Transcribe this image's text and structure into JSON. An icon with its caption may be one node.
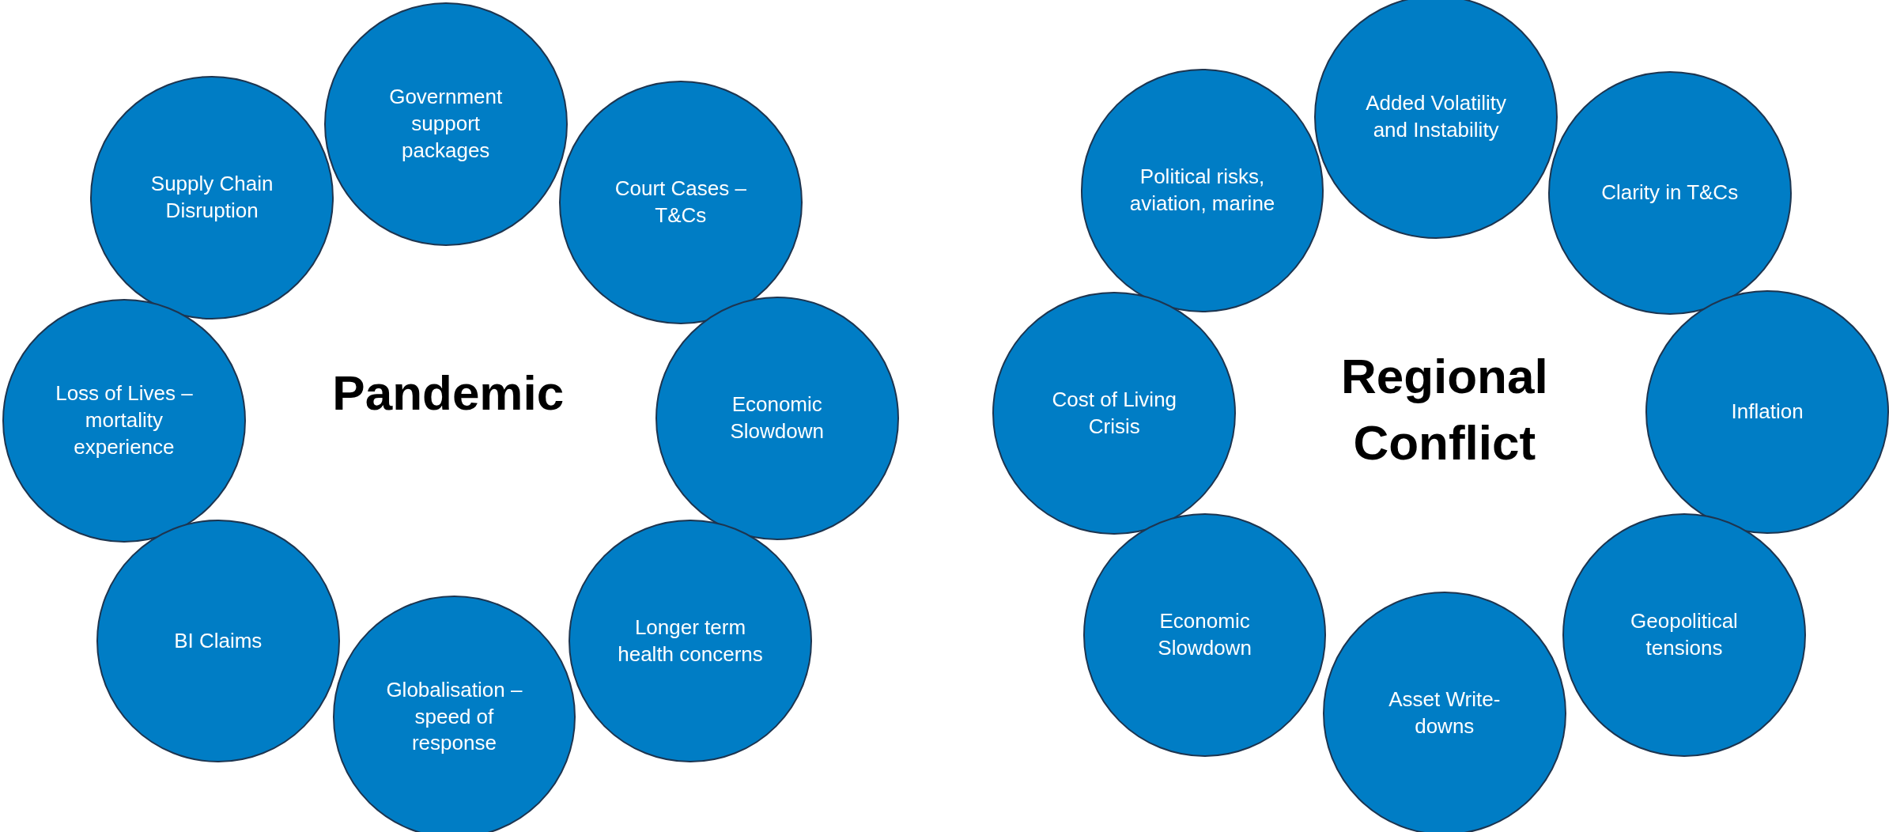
{
  "diagram": {
    "nodes": [
      {
        "text": [
          "Government support packages"
        ]
      },
      {
        "text": [
          "Supply Chain Disruption"
        ]
      },
      {
        "text": [
          "Court Cases – T&Cs"
        ]
      },
      {
        "text": [
          "Loss of Lives – mortality experience"
        ]
      },
      {
        "text": [
          "Economic Slowdown"
        ]
      },
      {
        "text": [
          "BI Claims"
        ]
      },
      {
        "text": [
          "Longer term health concerns"
        ]
      },
      {
        "text": [
          "Globalisation – speed of response"
        ]
      },
      {
        "text": [
          "Added Volatility and Instability"
        ]
      },
      {
        "text": [
          "Political risks, aviation, marine"
        ]
      },
      {
        "text": [
          "Clarity in T&Cs"
        ]
      },
      {
        "text": [
          "Cost of Living Crisis"
        ]
      },
      {
        "text": [
          "Inflation"
        ]
      },
      {
        "text": [
          "Economic Slowdown"
        ]
      },
      {
        "text": [
          "Geopolitical tensions"
        ]
      },
      {
        "text": [
          "Asset Write-downs"
        ]
      }
    ],
    "edges": [],
    "labels": [
      "Pandemic",
      "Regional Conflict"
    ]
  }
}
